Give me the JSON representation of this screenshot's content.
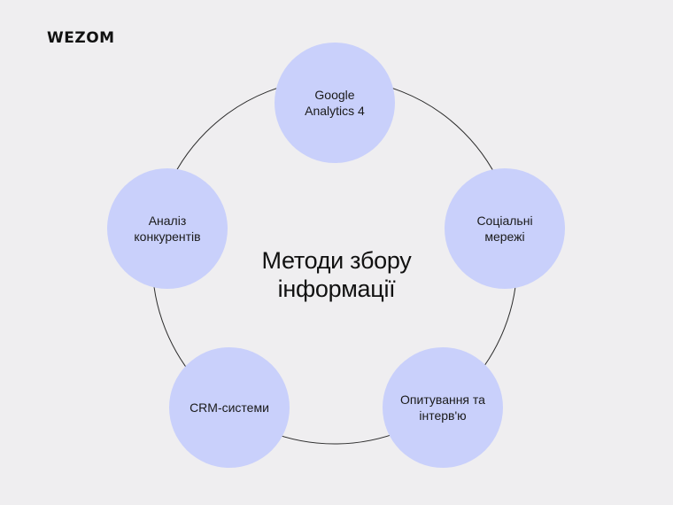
{
  "brand": {
    "logo_text": "WEZOM"
  },
  "diagram": {
    "center_title": "Методи збору\nінформації",
    "node_color": "#c9d0fb",
    "ring_color": "#2b2b2b",
    "nodes": [
      {
        "label": "Google\nAnalytics 4"
      },
      {
        "label": "Соціальні\nмережі"
      },
      {
        "label": "Опитування та\nінтерв'ю"
      },
      {
        "label": "CRM-системи"
      },
      {
        "label": "Аналіз\nконкурентів"
      }
    ]
  }
}
